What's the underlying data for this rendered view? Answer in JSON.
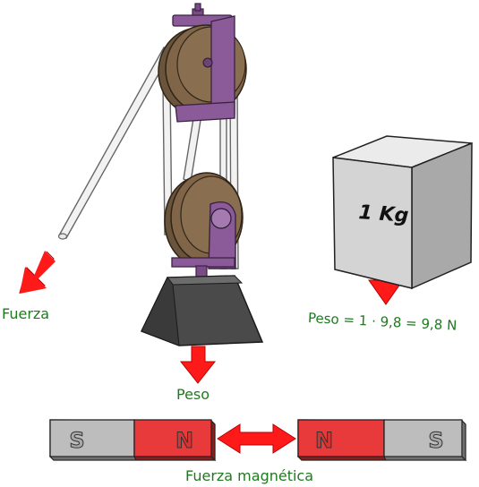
{
  "labels": {
    "fuerza": "Fuerza",
    "peso_pulley": "Peso",
    "peso_cube": "Peso = 1 · 9,8 = 9,8 N",
    "fuerza_magnetica": "Fuerza magnética",
    "cube_mass": "1 Kg",
    "magnet_left_s": "S",
    "magnet_left_n": "N",
    "magnet_right_n": "N",
    "magnet_right_s": "S"
  },
  "colors": {
    "arrow": "#ff1a1a",
    "label_green": "#1f7a1f",
    "pulley_wheel": "#7a6347",
    "bracket_purple": "#7a4b86",
    "weight_dark": "#4a4a4a",
    "cube_gray": "#d0d0d0",
    "magnet_red": "#e83a3a",
    "magnet_gray": "#b8b8b8"
  },
  "icons": [
    "pulley-block-icon",
    "trapezoid-weight-icon",
    "cube-mass-icon",
    "bar-magnet-icon",
    "red-arrow-icon"
  ]
}
